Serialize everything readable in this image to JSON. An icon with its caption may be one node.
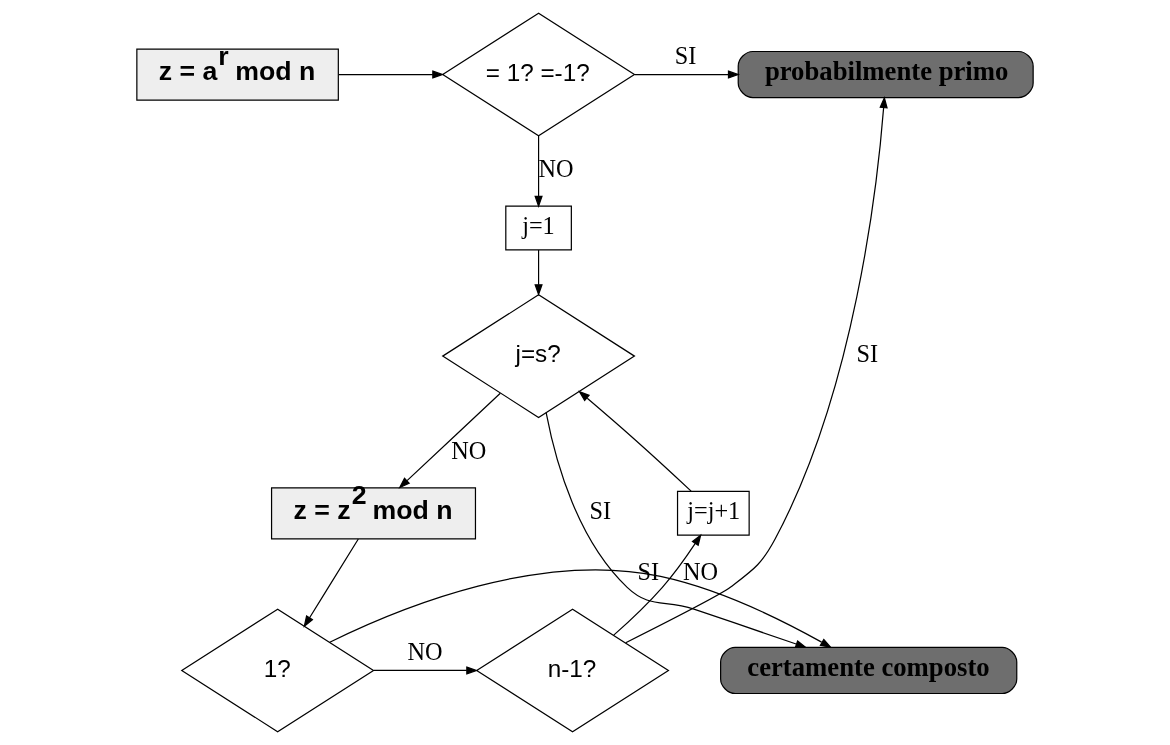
{
  "diagram": {
    "nodes": [
      {
        "text": [
          "z = a$^{r}$ mod n"
        ]
      },
      {
        "text": [
          "= 1? =-1?"
        ]
      },
      {
        "text": [
          "probabilmente primo"
        ]
      },
      {
        "text": [
          "j=1"
        ]
      },
      {
        "text": [
          "j=s?"
        ]
      },
      {
        "text": [
          "z = z$^{2}$ mod n"
        ]
      },
      {
        "text": [
          "1?"
        ]
      },
      {
        "text": [
          "certamente composto"
        ]
      },
      {
        "text": [
          "n-1?"
        ]
      },
      {
        "text": [
          "j=j+1"
        ]
      }
    ],
    "edges": [
      {
        "from": 0,
        "to": 1,
        "arrow": "to"
      },
      {
        "from": 1,
        "to": 2,
        "arrow": "to",
        "label": "SI"
      },
      {
        "from": 1,
        "to": 3,
        "arrow": "to",
        "label": "NO"
      },
      {
        "from": 3,
        "to": 4,
        "arrow": "to"
      },
      {
        "from": 4,
        "to": 7,
        "arrow": "to",
        "label": "SI"
      },
      {
        "from": 4,
        "to": 5,
        "arrow": "to",
        "label": "NO"
      },
      {
        "from": 5,
        "to": 6,
        "arrow": "to"
      },
      {
        "from": 6,
        "to": 7,
        "arrow": "to",
        "label": "SI"
      },
      {
        "from": 6,
        "to": 8,
        "arrow": "to",
        "label": "NO"
      },
      {
        "from": 8,
        "to": 9,
        "arrow": "to",
        "label": "NO"
      },
      {
        "from": 9,
        "to": 4,
        "arrow": "to"
      },
      {
        "from": 8,
        "to": 2,
        "arrow": "to",
        "label": "SI"
      }
    ]
  }
}
